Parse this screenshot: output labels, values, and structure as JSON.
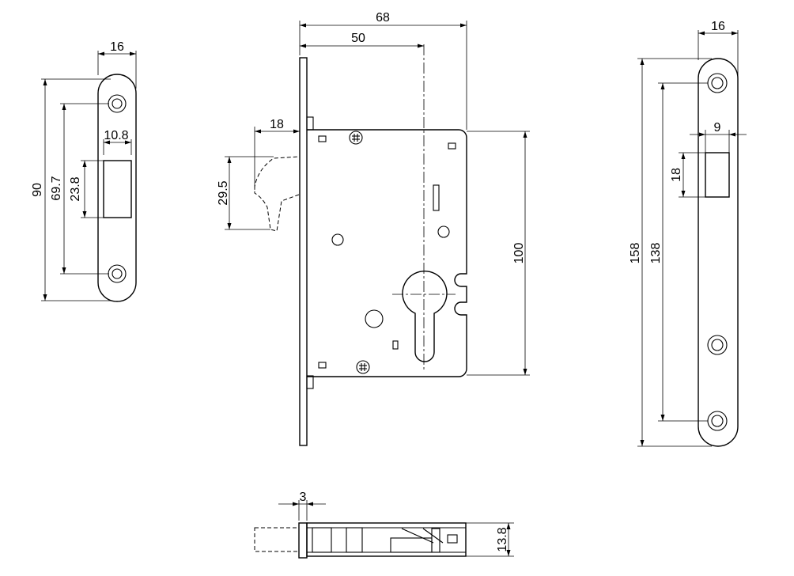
{
  "dimensions": {
    "left_strike_width": "16",
    "left_strike_height": "90",
    "left_strike_hole_spacing": "69.7",
    "left_strike_slot_height": "23.8",
    "left_strike_slot_width": "10.8",
    "backset_total": "68",
    "backset": "50",
    "latch_throw": "18",
    "latch_height": "29.5",
    "case_height": "100",
    "faceplate_width": "16",
    "faceplate_slot_width": "9",
    "faceplate_slot_height": "18",
    "faceplate_height": "158",
    "faceplate_hole_spacing": "138",
    "bottom_thickness": "3",
    "bottom_depth": "13.8"
  },
  "colors": {
    "stroke": "#000000",
    "background": "#ffffff"
  }
}
